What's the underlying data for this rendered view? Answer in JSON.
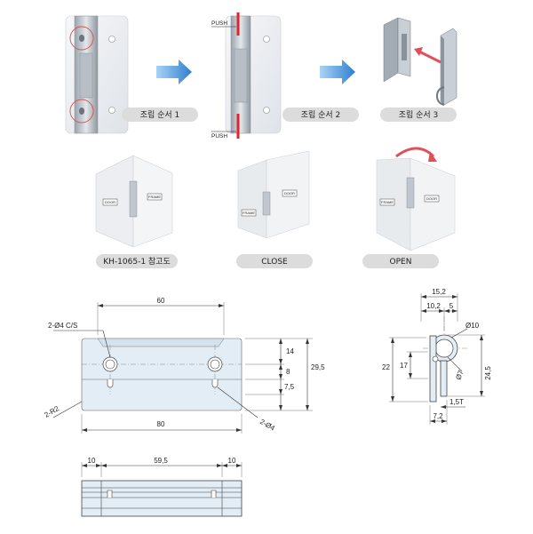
{
  "steps": {
    "step1": "조립 순서  1",
    "step2": "조립 순서  2",
    "step3": "조립 순서  3",
    "push_top": "PUSH",
    "push_bottom": "PUSH"
  },
  "views": {
    "reference": "KH-1065-1 참고도",
    "close": "CLOSE",
    "open": "OPEN",
    "door": "DOOR",
    "frame": "FRAME"
  },
  "front_view": {
    "dim_60": "60",
    "hole_cs": "2-Ø4 C/S",
    "dim_14": "14",
    "dim_29_5": "29,5",
    "dim_8": "8",
    "dim_7_5": "7,5",
    "radius": "2-R2",
    "hole": "2-Ø4",
    "dim_80": "80"
  },
  "side_view": {
    "dim_15_2": "15,2",
    "dim_10_2": "10,2",
    "dim_5": "5",
    "dia_10": "Ø10",
    "dim_22": "22",
    "dim_17": "17",
    "dia_7": "Ø7",
    "dim_24_5": "24,5",
    "thickness": "1,5T",
    "dim_7_2": "7,2"
  },
  "bottom_view": {
    "dim_10_left": "10",
    "dim_59_5": "59,5",
    "dim_10_right": "10"
  },
  "colors": {
    "arrow_blue": "#3d8fd6",
    "push_red": "#e0262c",
    "insert_arrow": "#e0505a",
    "circle_highlight": "#d9534f",
    "pill_gray": "#dcdcdc",
    "plate_blue": "#e2edf5"
  }
}
